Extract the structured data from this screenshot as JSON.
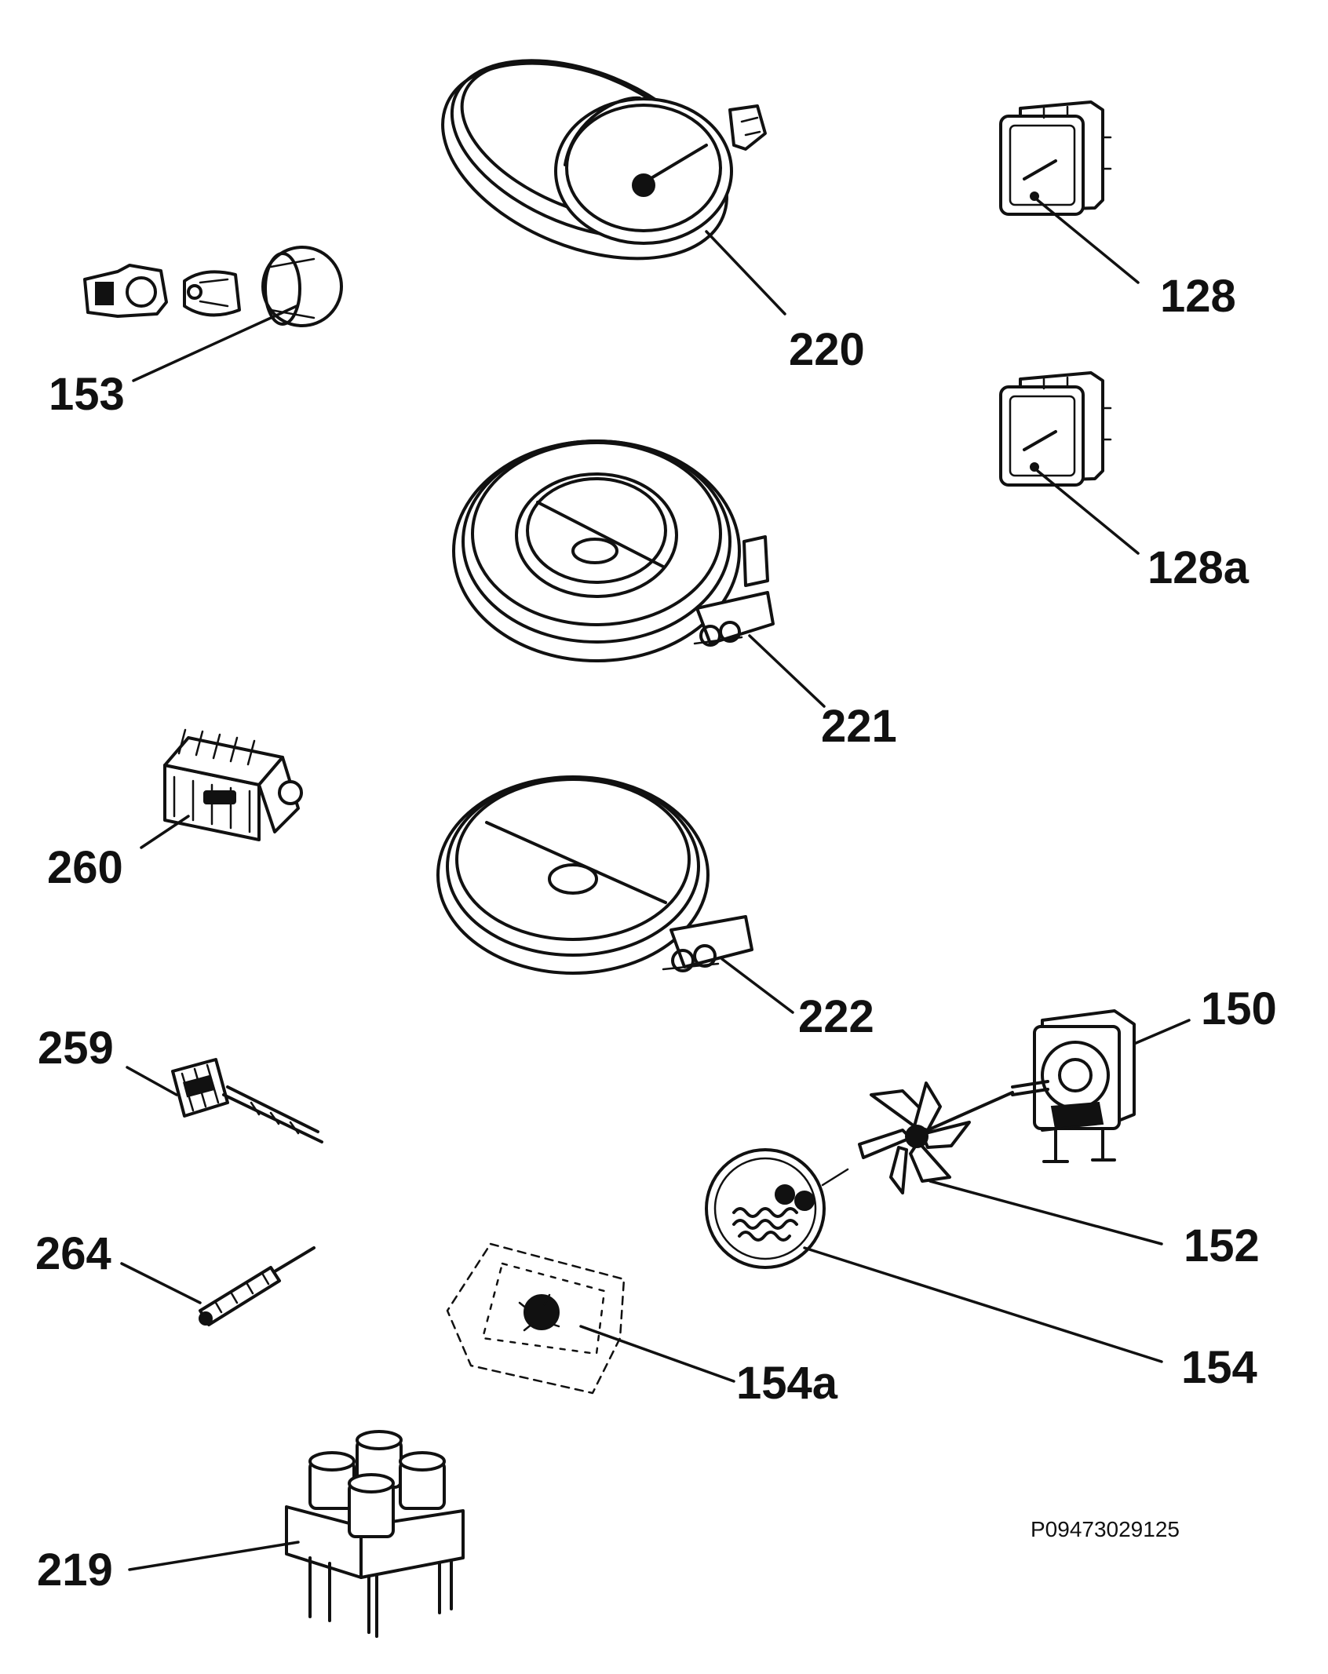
{
  "diagram": {
    "code": "P09473029125",
    "parts": [
      {
        "id": "220",
        "label": "220",
        "icon": "oval-dual-hotplate-icon"
      },
      {
        "id": "128",
        "label": "128",
        "icon": "energy-regulator-icon"
      },
      {
        "id": "128a",
        "label": "128a",
        "icon": "energy-regulator-icon"
      },
      {
        "id": "153",
        "label": "153",
        "icon": "oven-lamp-icon"
      },
      {
        "id": "221",
        "label": "221",
        "icon": "dual-circuit-hotplate-icon"
      },
      {
        "id": "260",
        "label": "260",
        "icon": "selector-switch-icon"
      },
      {
        "id": "222",
        "label": "222",
        "icon": "single-hotplate-icon"
      },
      {
        "id": "150",
        "label": "150",
        "icon": "fan-motor-icon"
      },
      {
        "id": "259",
        "label": "259",
        "icon": "thermostat-icon"
      },
      {
        "id": "152",
        "label": "152",
        "icon": "fan-blade-icon"
      },
      {
        "id": "264",
        "label": "264",
        "icon": "thermal-fuse-icon"
      },
      {
        "id": "154",
        "label": "154",
        "icon": "heating-element-icon"
      },
      {
        "id": "154a",
        "label": "154a",
        "icon": "insulation-pad-icon"
      },
      {
        "id": "219",
        "label": "219",
        "icon": "indicator-lamp-block-icon"
      }
    ]
  }
}
